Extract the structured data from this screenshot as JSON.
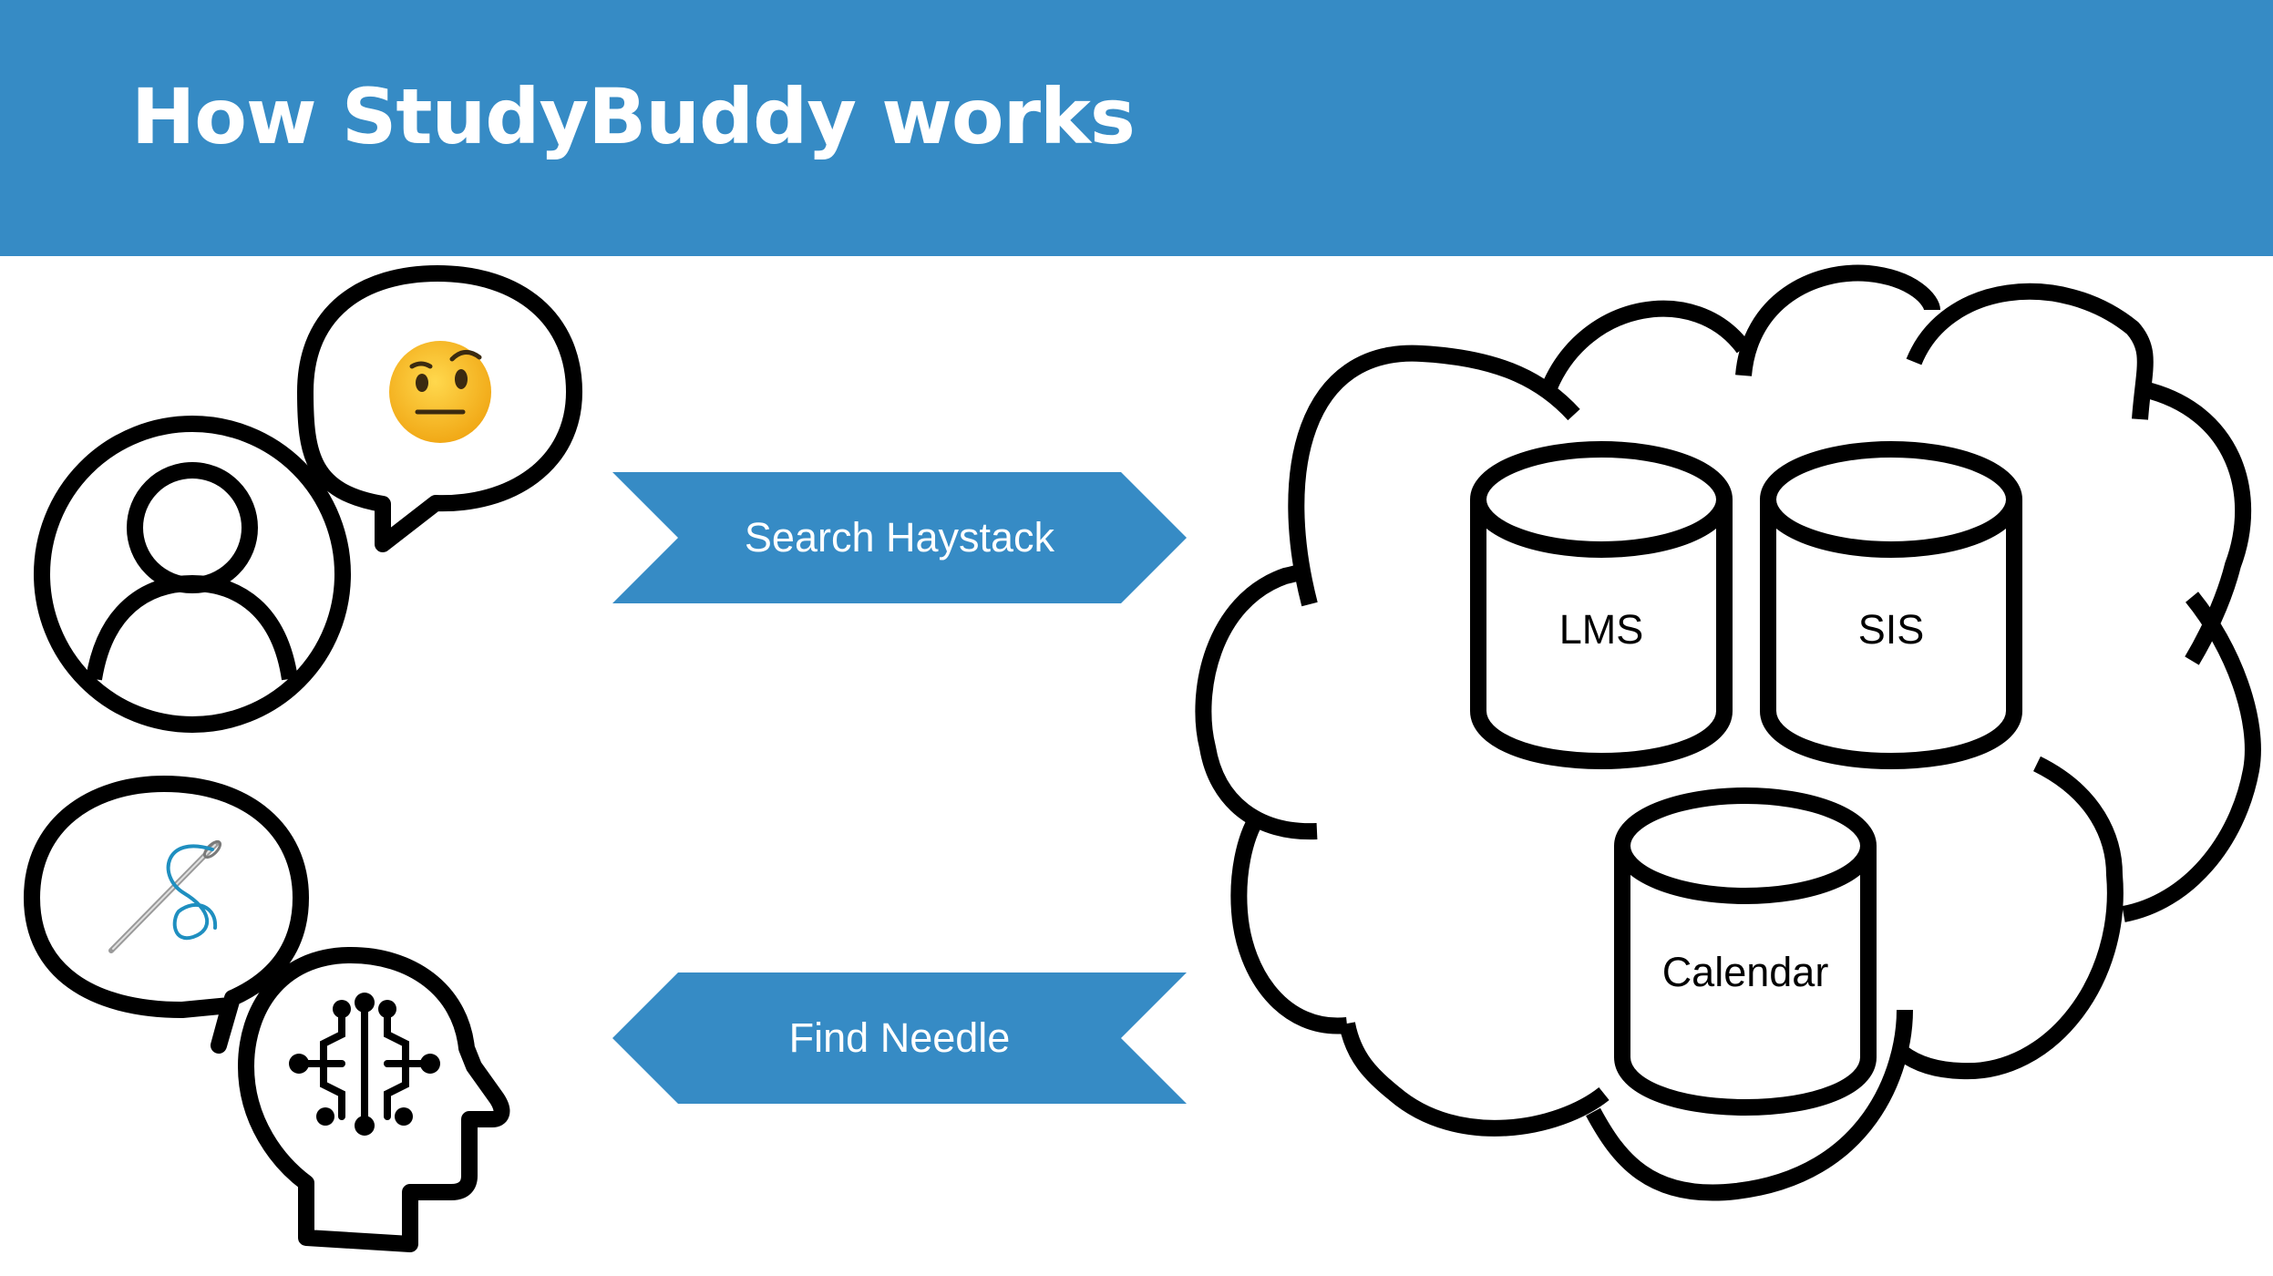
{
  "slide": {
    "title": "How StudyBuddy works"
  },
  "arrows": {
    "search": "Search Haystack",
    "find": "Find Needle"
  },
  "databases": {
    "lms": "LMS",
    "sis": "SIS",
    "calendar": "Calendar"
  },
  "colors": {
    "header": "#368bc5",
    "arrow": "#368bc5",
    "outline": "#000000",
    "emoji_face": "#f5b820",
    "thread": "#1f8fc0"
  },
  "icons": {
    "user": "user-avatar-icon",
    "thinking_emoji": "raised-eyebrow-emoji-icon",
    "ai_head": "ai-brain-head-icon",
    "needle": "needle-and-thread-icon",
    "cloud": "cloud-icon",
    "database": "database-cylinder-icon"
  }
}
